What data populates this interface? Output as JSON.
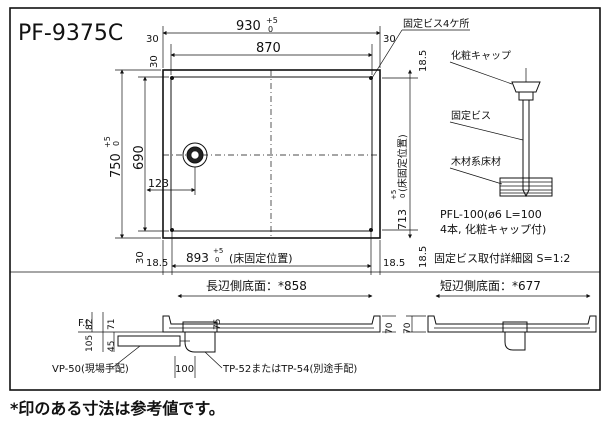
{
  "model": "PF-9375C",
  "top_view": {
    "dim_top_total": "930",
    "dim_top_tol_plus": "+5",
    "dim_top_tol_zero": "0",
    "dim_top_inner": "870",
    "dim_top_left_margin": "30",
    "dim_top_right_margin": "30",
    "dim_left_total": "750",
    "dim_left_tol_plus": "+5",
    "dim_left_tol_zero": "0",
    "dim_left_inner": "690",
    "dim_left_top_margin": "30",
    "dim_left_bottom_margin": "30",
    "dim_drain_offset": "123",
    "dim_right_top": "18.5",
    "dim_right_main": "713",
    "dim_right_tol_plus": "+5",
    "dim_right_tol_zero": "0",
    "dim_right_note": "(床固定位置)",
    "dim_right_bottom": "18.5",
    "dim_bottom_main": "893",
    "dim_bottom_tol_plus": "+5",
    "dim_bottom_tol_zero": "0",
    "dim_bottom_note": "(床固定位置)",
    "dim_bottom_left": "18.5",
    "dim_bottom_right": "18.5",
    "label_fixing_screws": "固定ビス4ケ所"
  },
  "detail": {
    "label_cap": "化粧キャップ",
    "label_screw": "固定ビス",
    "label_floor": "木材系床材",
    "spec_line1": "PFL-100(ø6  L=100",
    "spec_line2": "4本, 化粧キャップ付)",
    "caption": "固定ビス取付詳細図  S=1:2"
  },
  "long_side": {
    "title": "長辺側底面：*858",
    "label_fl": "F.L",
    "dim_82": "82",
    "dim_71": "71",
    "dim_105": "105",
    "dim_45": "45",
    "dim_75": "75",
    "dim_70": "70",
    "dim_100": "100",
    "label_vp": "VP-50(現場手配)",
    "label_tp": "TP-52またはTP-54(別途手配)"
  },
  "short_side": {
    "title": "短辺側底面：*677",
    "dim_70": "70"
  },
  "footnote": "*印のある寸法は参考値です。"
}
